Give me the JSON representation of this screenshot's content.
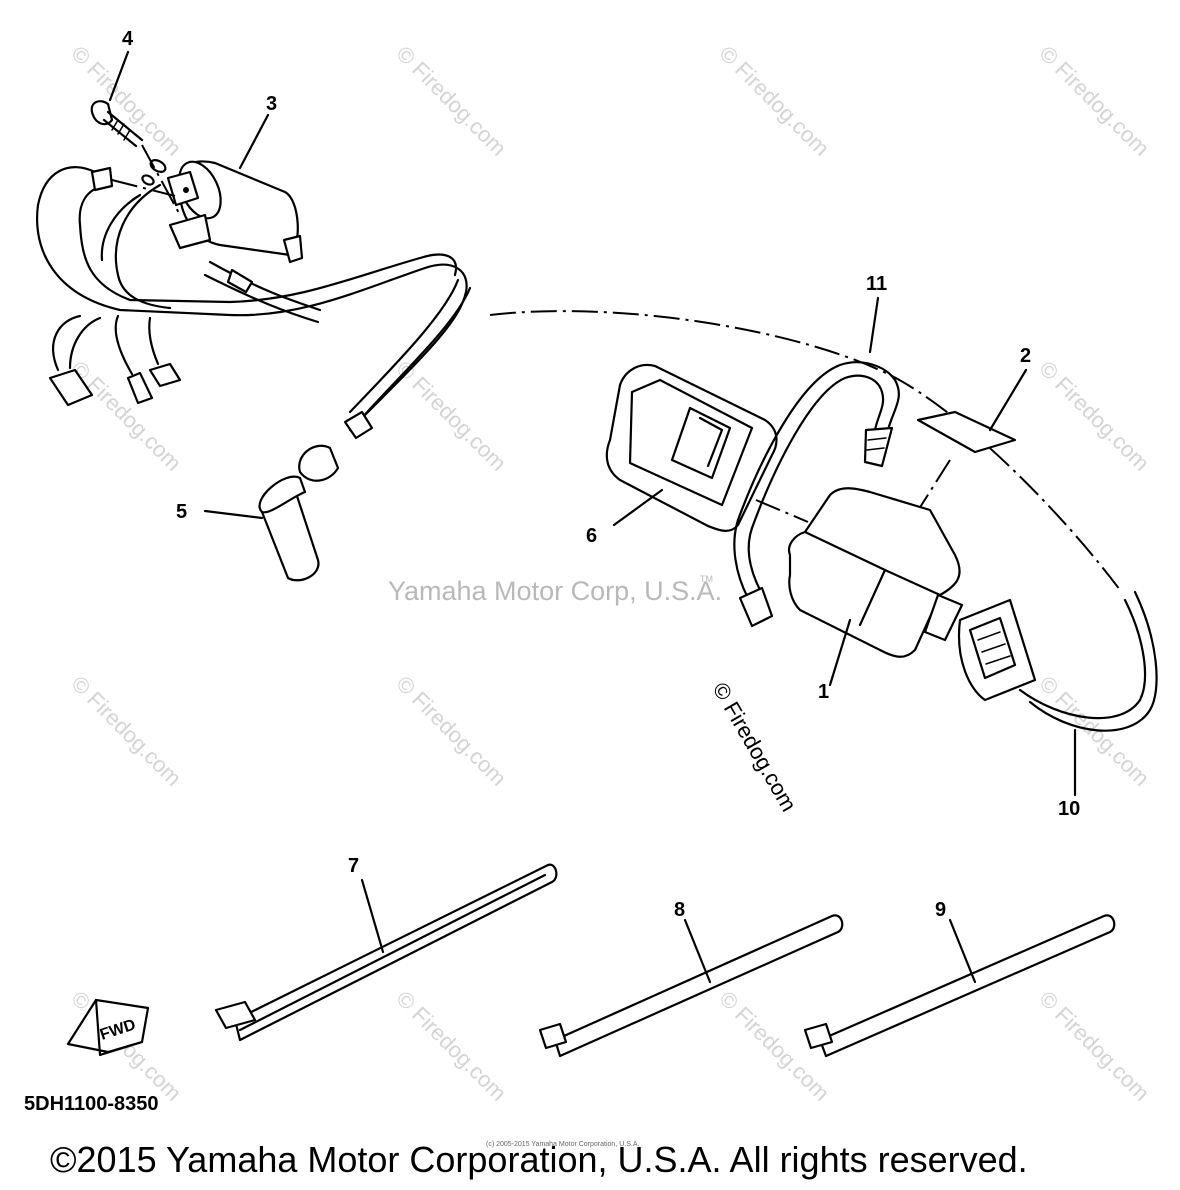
{
  "watermark": {
    "text": "© Firedog.com",
    "center_text": "Yamaha Motor Corp, U.S.A.",
    "tm": "TM"
  },
  "callouts": {
    "p1": "1",
    "p2": "2",
    "p3": "3",
    "p4": "4",
    "p5": "5",
    "p6": "6",
    "p7": "7",
    "p8": "8",
    "p9": "9",
    "p10": "10",
    "p11": "11"
  },
  "fwd_label": "FWD",
  "diagram_code": "5DH1100-8350",
  "fine_print": "(c) 2005-2015 Yamaha Motor Corporation, U.S.A.",
  "copyright": "©2015 Yamaha Motor Corporation, U.S.A. All rights reserved."
}
